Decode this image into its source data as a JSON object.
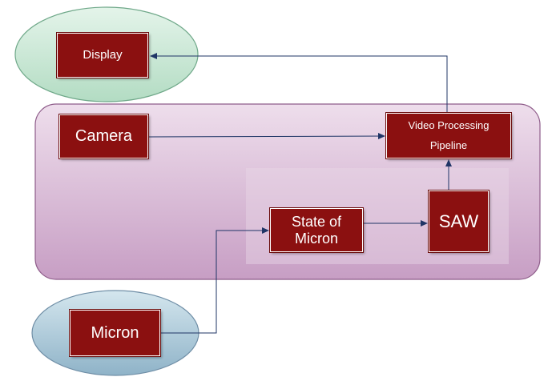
{
  "nodes": {
    "display": "Display",
    "camera": "Camera",
    "video_processing": "Video Processing Pipeline",
    "state_of_micron": "State of Micron",
    "saw": "SAW",
    "micron": "Micron"
  },
  "colors": {
    "box_fill": "#8b1010",
    "arrow": "#1f3566",
    "display_ellipse": "#c9e6d4",
    "micron_ellipse": "#a9c6d6",
    "system_region": "#dcc0d9"
  }
}
